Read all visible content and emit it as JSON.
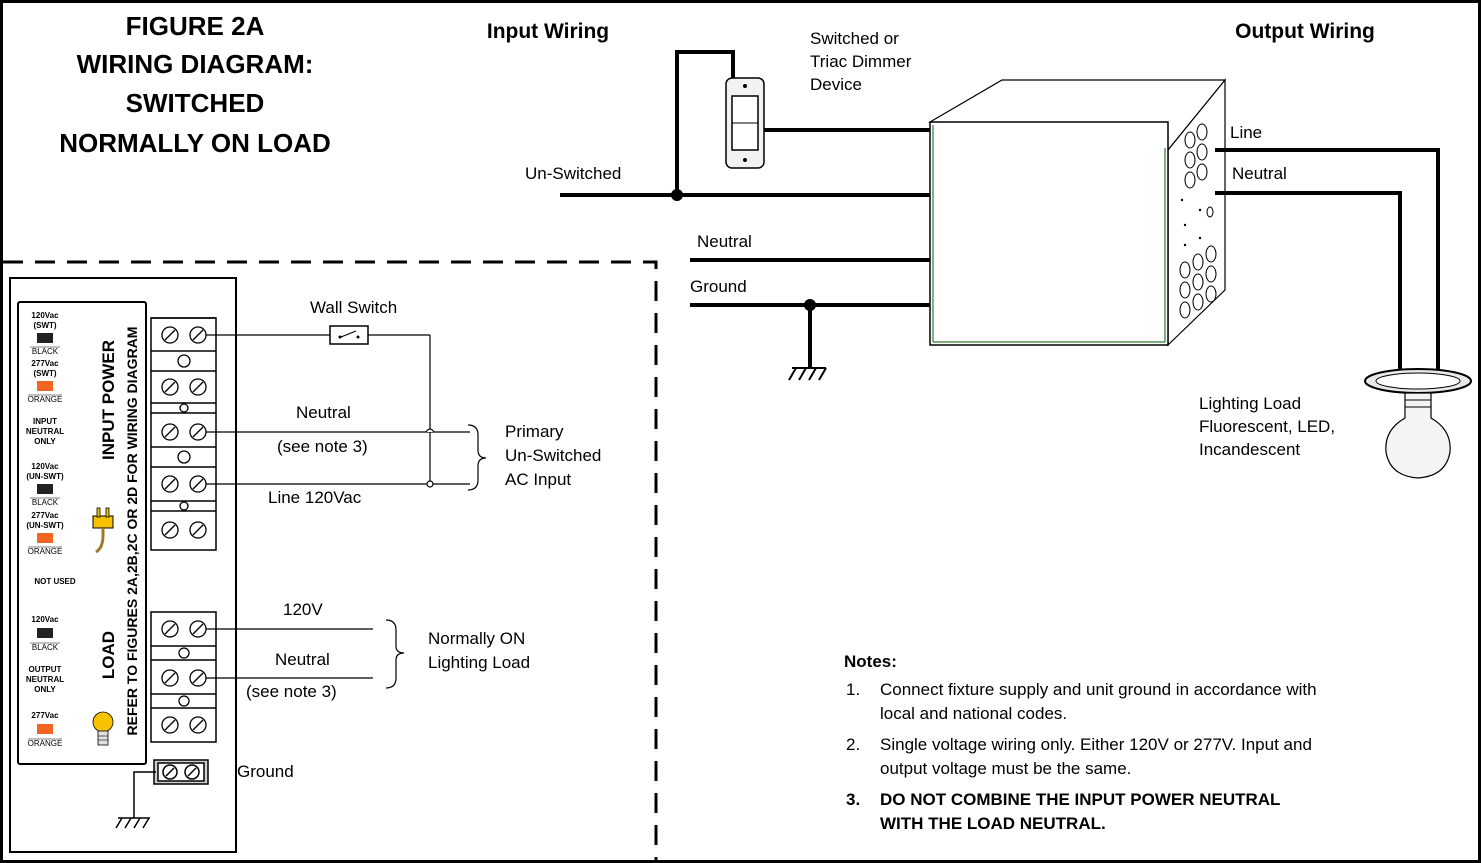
{
  "title": {
    "line1": "FIGURE 2A",
    "line2": "WIRING DIAGRAM:",
    "line3": "SWITCHED",
    "line4": "NORMALLY ON LOAD"
  },
  "input_wiring": {
    "heading": "Input Wiring",
    "device_line1": "Switched or",
    "device_line2": "Triac Dimmer",
    "device_line3": "Device",
    "unswitched": "Un-Switched",
    "neutral": "Neutral",
    "ground": "Ground"
  },
  "output_wiring": {
    "heading": "Output Wiring",
    "line": "Line",
    "neutral": "Neutral",
    "load_line1": "Lighting Load",
    "load_line2": "Fluorescent, LED,",
    "load_line3": "Incandescent"
  },
  "terminal_panel": {
    "input_power": "INPUT POWER",
    "load": "LOAD",
    "refer": "REFER TO FIGURES 2A,2B,2C OR 2D FOR WIRING DIAGRAM",
    "labels": {
      "l120swt_a": "120Vac",
      "l120swt_b": "(SWT)",
      "black1": "BLACK",
      "l277swt_a": "277Vac",
      "l277swt_b": "(SWT)",
      "orange1": "ORANGE",
      "inneutral_a": "INPUT",
      "inneutral_b": "NEUTRAL",
      "inneutral_c": "ONLY",
      "l120un_a": "120Vac",
      "l120un_b": "(UN-SWT)",
      "black2": "BLACK",
      "l277un_a": "277Vac",
      "l277un_b": "(UN-SWT)",
      "orange2": "ORANGE",
      "notused": "NOT USED",
      "l120load": "120Vac",
      "black3": "BLACK",
      "outneutral_a": "OUTPUT",
      "outneutral_b": "NEUTRAL",
      "outneutral_c": "ONLY",
      "l277load": "277Vac",
      "orange3": "ORANGE"
    }
  },
  "terminal_wiring": {
    "wall_switch": "Wall Switch",
    "neutral": "Neutral",
    "see_note_a": "(see note 3)",
    "line120": "Line 120Vac",
    "primary_1": "Primary",
    "primary_2": "Un-Switched",
    "primary_3": "AC Input",
    "v120": "120V",
    "load_neutral": "Neutral",
    "see_note_b": "(see note 3)",
    "normally_1": "Normally ON",
    "normally_2": "Lighting Load",
    "ground": "Ground"
  },
  "notes": {
    "heading": "Notes:",
    "n1_num": "1.",
    "n1_l1": "Connect fixture supply and unit ground in accordance with",
    "n1_l2": "local and national codes.",
    "n2_num": "2.",
    "n2_l1": "Single voltage wiring only. Either 120V or 277V. Input and",
    "n2_l2": "output voltage must be the same.",
    "n3_num": "3.",
    "n3_l1": "DO NOT COMBINE THE INPUT POWER NEUTRAL",
    "n3_l2": "WITH THE LOAD NEUTRAL."
  },
  "colors": {
    "wire": "#000000",
    "black_swatch": "#222222",
    "orange_swatch": "#f26522",
    "box_edge": "#2e7d32"
  },
  "icons": [
    "plug-icon",
    "bulb-icon",
    "ground-symbol-icon",
    "switch-icon",
    "lamp-icon"
  ]
}
